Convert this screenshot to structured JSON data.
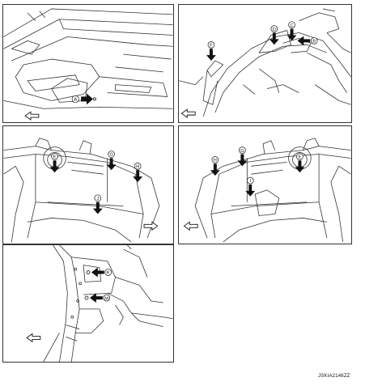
{
  "figure": {
    "code": "JSKIA2146ZZ",
    "panels": [
      {
        "id": "panel-1",
        "markers": [
          "A"
        ]
      },
      {
        "id": "panel-2",
        "markers": [
          "B",
          "C",
          "D",
          "F"
        ]
      },
      {
        "id": "panel-3",
        "markers": [
          "E",
          "G",
          "H",
          "J"
        ]
      },
      {
        "id": "panel-4",
        "markers": [
          "E",
          "G",
          "H",
          "I"
        ]
      },
      {
        "id": "panel-5",
        "markers": [
          "K",
          "M"
        ]
      }
    ]
  },
  "markers": {
    "p1_a": "A",
    "p2_b": "B",
    "p2_c": "C",
    "p2_d": "D",
    "p2_f": "F",
    "p3_e": "E",
    "p3_g": "G",
    "p3_h": "H",
    "p3_j": "J",
    "p4_e": "E",
    "p4_g": "G",
    "p4_h": "H",
    "p4_i": "I",
    "p5_k": "K",
    "p5_m": "M"
  }
}
